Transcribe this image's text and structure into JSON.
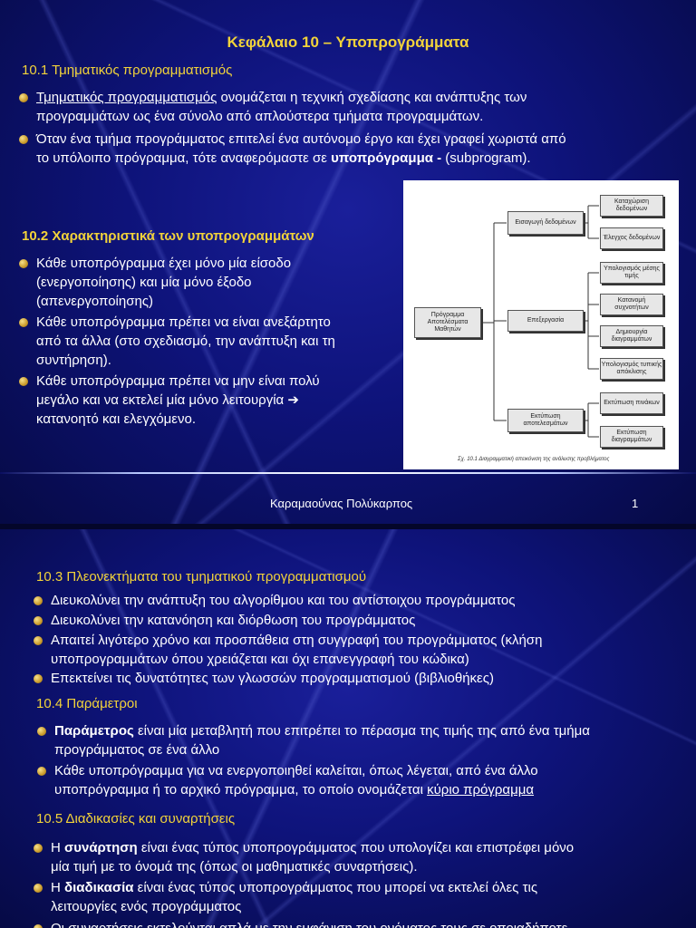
{
  "slide1": {
    "title": "Κεφάλαιο 10 – Υποπρογράμματα",
    "s1_heading": "10.1 Τμηματικός προγραμματισμός",
    "s1_b1_term": "Τμηματικός προγραμματισμός",
    "s1_b1_rest1": " ονομάζεται η τεχνική σχεδίασης και ανάπτυξης των",
    "s1_b1_line2": "προγραμμάτων ως ένα σύνολο από απλούστερα τμήματα προγραμμάτων.",
    "s1_b2_line1": "Όταν ένα τμήμα προγράμματος επιτελεί ένα αυτόνομο έργο και έχει γραφεί χωριστά από",
    "s1_b2_pre": "το υπόλοιπο πρόγραμμα, τότε αναφερόμαστε σε ",
    "s1_b2_bold": "υποπρόγραμμα -",
    "s1_b2_post": " (subprogram).",
    "s2_heading": "10.2 Χαρακτηριστικά των υποπρογραμμάτων",
    "s2_b1_l1": "Κάθε υποπρόγραμμα έχει μόνο μία είσοδο",
    "s2_b1_l2": "(ενεργοποίησης) και μία μόνο έξοδο",
    "s2_b1_l3": "(απενεργοποίησης)",
    "s2_b2_l1": "Κάθε υποπρόγραμμα πρέπει να είναι ανεξάρτητο",
    "s2_b2_l2": "από τα άλλα (στο σχεδιασμό, την ανάπτυξη και τη",
    "s2_b2_l3": "συντήρηση).",
    "s2_b3_l1": "Κάθε υποπρόγραμμα πρέπει να μην είναι πολύ",
    "s2_b3_l2": "μεγάλο και να εκτελεί μία μόνο λειτουργία ➔",
    "s2_b3_l3": "κατανοητό και ελεγχόμενο.",
    "footer_author": "Καραμαούνας Πολύκαρπος",
    "footer_page": "1",
    "diagram": {
      "root": "Πρόγραμμα Αποτελέσματα Μαθητών",
      "mid1": "Εισαγωγή δεδομένων",
      "mid2": "Επεξεργασία",
      "mid3": "Εκτύπωση αποτελεσμάτων",
      "leaf1": "Καταχώριση δεδομένων",
      "leaf2": "Έλεγχος δεδομένων",
      "leaf3": "Υπολογισμός μέσης τιμής",
      "leaf4": "Κατανομή συχνοτήτων",
      "leaf5": "Δημιουργία διαγραμμάτων",
      "leaf6": "Υπολογισμός τυπικής απόκλισης",
      "leaf7": "Εκτύπωση πινάκων",
      "leaf8": "Εκτύπωση διαγραμμάτων",
      "caption": "Σχ. 10.1 Διαγραμματική απεικόνιση της ανάλυσης προβλήματος"
    }
  },
  "slide2": {
    "s3_heading": "10.3 Πλεονεκτήματα του τμηματικού προγραμματισμού",
    "s3_b1": "Διευκολύνει την ανάπτυξη του αλγορίθμου και του αντίστοιχου προγράμματος",
    "s3_b2": "Διευκολύνει την κατανόηση και διόρθωση του προγράμματος",
    "s3_b3_l1": "Απαιτεί λιγότερο χρόνο και προσπάθεια στη συγγραφή του προγράμματος (κλήση",
    "s3_b3_l2": "υποπρογραμμάτων όπου χρειάζεται και όχι επανεγγραφή του κώδικα)",
    "s3_b4": "Επεκτείνει τις δυνατότητες των γλωσσών προγραμματισμού (βιβλιοθήκες)",
    "s4_heading": "10.4 Παράμετροι",
    "s4_b1_bold": "Παράμετρος",
    "s4_b1_rest": " είναι μία μεταβλητή που επιτρέπει το πέρασμα της τιμής της από ένα τμήμα",
    "s4_b1_l2": "προγράμματος σε ένα άλλο",
    "s4_b2_l1": "Κάθε υποπρόγραμμα για να ενεργοποιηθεί καλείται, όπως λέγεται, από ένα άλλο",
    "s4_b2_pre": "υποπρόγραμμα ή το αρχικό πρόγραμμα, το οποίο ονομάζεται ",
    "s4_b2_link": "κύριο πρόγραμμα",
    "s5_heading": "10.5 Διαδικασίες και συναρτήσεις",
    "s5_b1_pre": "Η ",
    "s5_b1_bold": "συνάρτηση",
    "s5_b1_rest": " είναι ένας τύπος υποπρογράμματος που υπολογίζει και επιστρέφει μόνο",
    "s5_b1_l2": "μία τιμή με το όνομά της (όπως οι μαθηματικές συναρτήσεις).",
    "s5_b2_pre": "Η ",
    "s5_b2_bold": "διαδικασία",
    "s5_b2_rest": " είναι ένας τύπος υποπρογράμματος που μπορεί να εκτελεί όλες τις",
    "s5_b2_l2": "λειτουργίες ενός προγράμματος",
    "s5_b3_partial": "Οι συναρτήσεις εκτελούνται απλά με την εμφάνιση του ονόματος τους σε οποιαδήποτε"
  }
}
